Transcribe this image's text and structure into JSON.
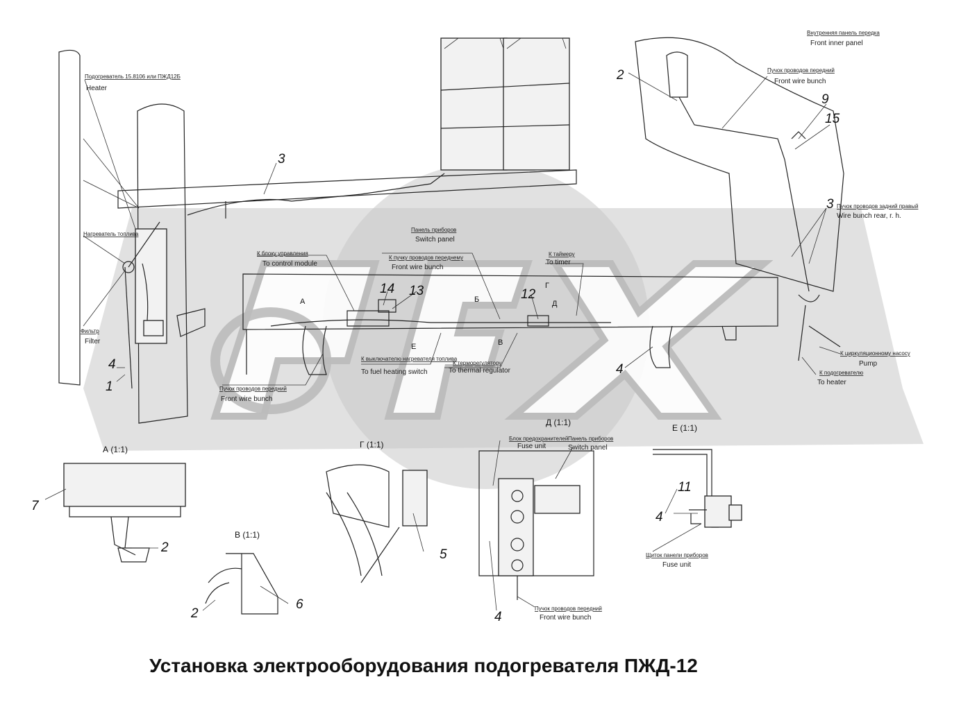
{
  "title": "Установка электрооборудования подогревателя ПЖД-12",
  "watermark": "OPEX",
  "labels": {
    "heater_ru": "Подогреватель 15.8106 или ПЖД12Б",
    "heater_en": "Heater",
    "fuel_heater_ru": "Нагреватель топлива",
    "filter_ru": "Фильтр",
    "filter_en": "Filter",
    "front_inner_ru": "Внутренняя панель передка",
    "front_inner_en": "Front inner panel",
    "front_wire_top_ru": "Пучок проводов передний",
    "front_wire_top_en": "Front wire bunch",
    "wire_rear_ru": "Пучок проводов задний правый",
    "wire_rear_en": "Wire bunch rear, r. h.",
    "switch_panel_ru": "Панель приборов",
    "switch_panel_en": "Switch panel",
    "control_module_ru": "К блоку управления",
    "control_module_en": "To control module",
    "front_wire_mid_ru": "К пучку проводов переднему",
    "front_wire_mid_en": "Front wire bunch",
    "timer_ru": "К таймеру",
    "timer_en": "To timer",
    "fuel_switch_ru": "К выключателю нагревателя топлива",
    "fuel_switch_en": "To fuel heating switch",
    "thermal_ru": "К терморегулятору",
    "thermal_en": "To thermal regulator",
    "front_wire_low_ru": "Пучок проводов передний",
    "front_wire_low_en": "Front wire bunch",
    "pump_ru": "К циркуляционному насосу",
    "pump_en": "Pump",
    "to_heater_ru": "К подогревателю",
    "to_heater_en": "To heater",
    "fuse_unit_ru": "Блок предохранителей",
    "fuse_unit_en": "Fuse unit",
    "switch_panel_d_ru": "Панель приборов",
    "switch_panel_d_en": "Switch panel",
    "front_wire_d_ru": "Пучок проводов передний",
    "front_wire_d_en": "Front wire bunch",
    "shield_ru": "Щиток панели приборов",
    "shield_en": "Fuse unit"
  },
  "views": {
    "a": "А (1:1)",
    "g": "Г (1:1)",
    "v": "В (1:1)",
    "d": "Д (1:1)",
    "e": "Е (1:1)"
  },
  "section_marks": {
    "a": "А",
    "b": "Б",
    "g": "Г",
    "d": "Д",
    "e": "Е",
    "v": "В"
  },
  "callouts": {
    "n1": "1",
    "n2a": "2",
    "n2b": "2",
    "n2c": "2",
    "n3a": "3",
    "n3b": "3",
    "n4a": "4",
    "n4b": "4",
    "n4c": "4",
    "n4d": "4",
    "n5": "5",
    "n6": "6",
    "n7": "7",
    "n9": "9",
    "n11": "11",
    "n12": "12",
    "n13": "13",
    "n14": "14",
    "n15": "15"
  }
}
